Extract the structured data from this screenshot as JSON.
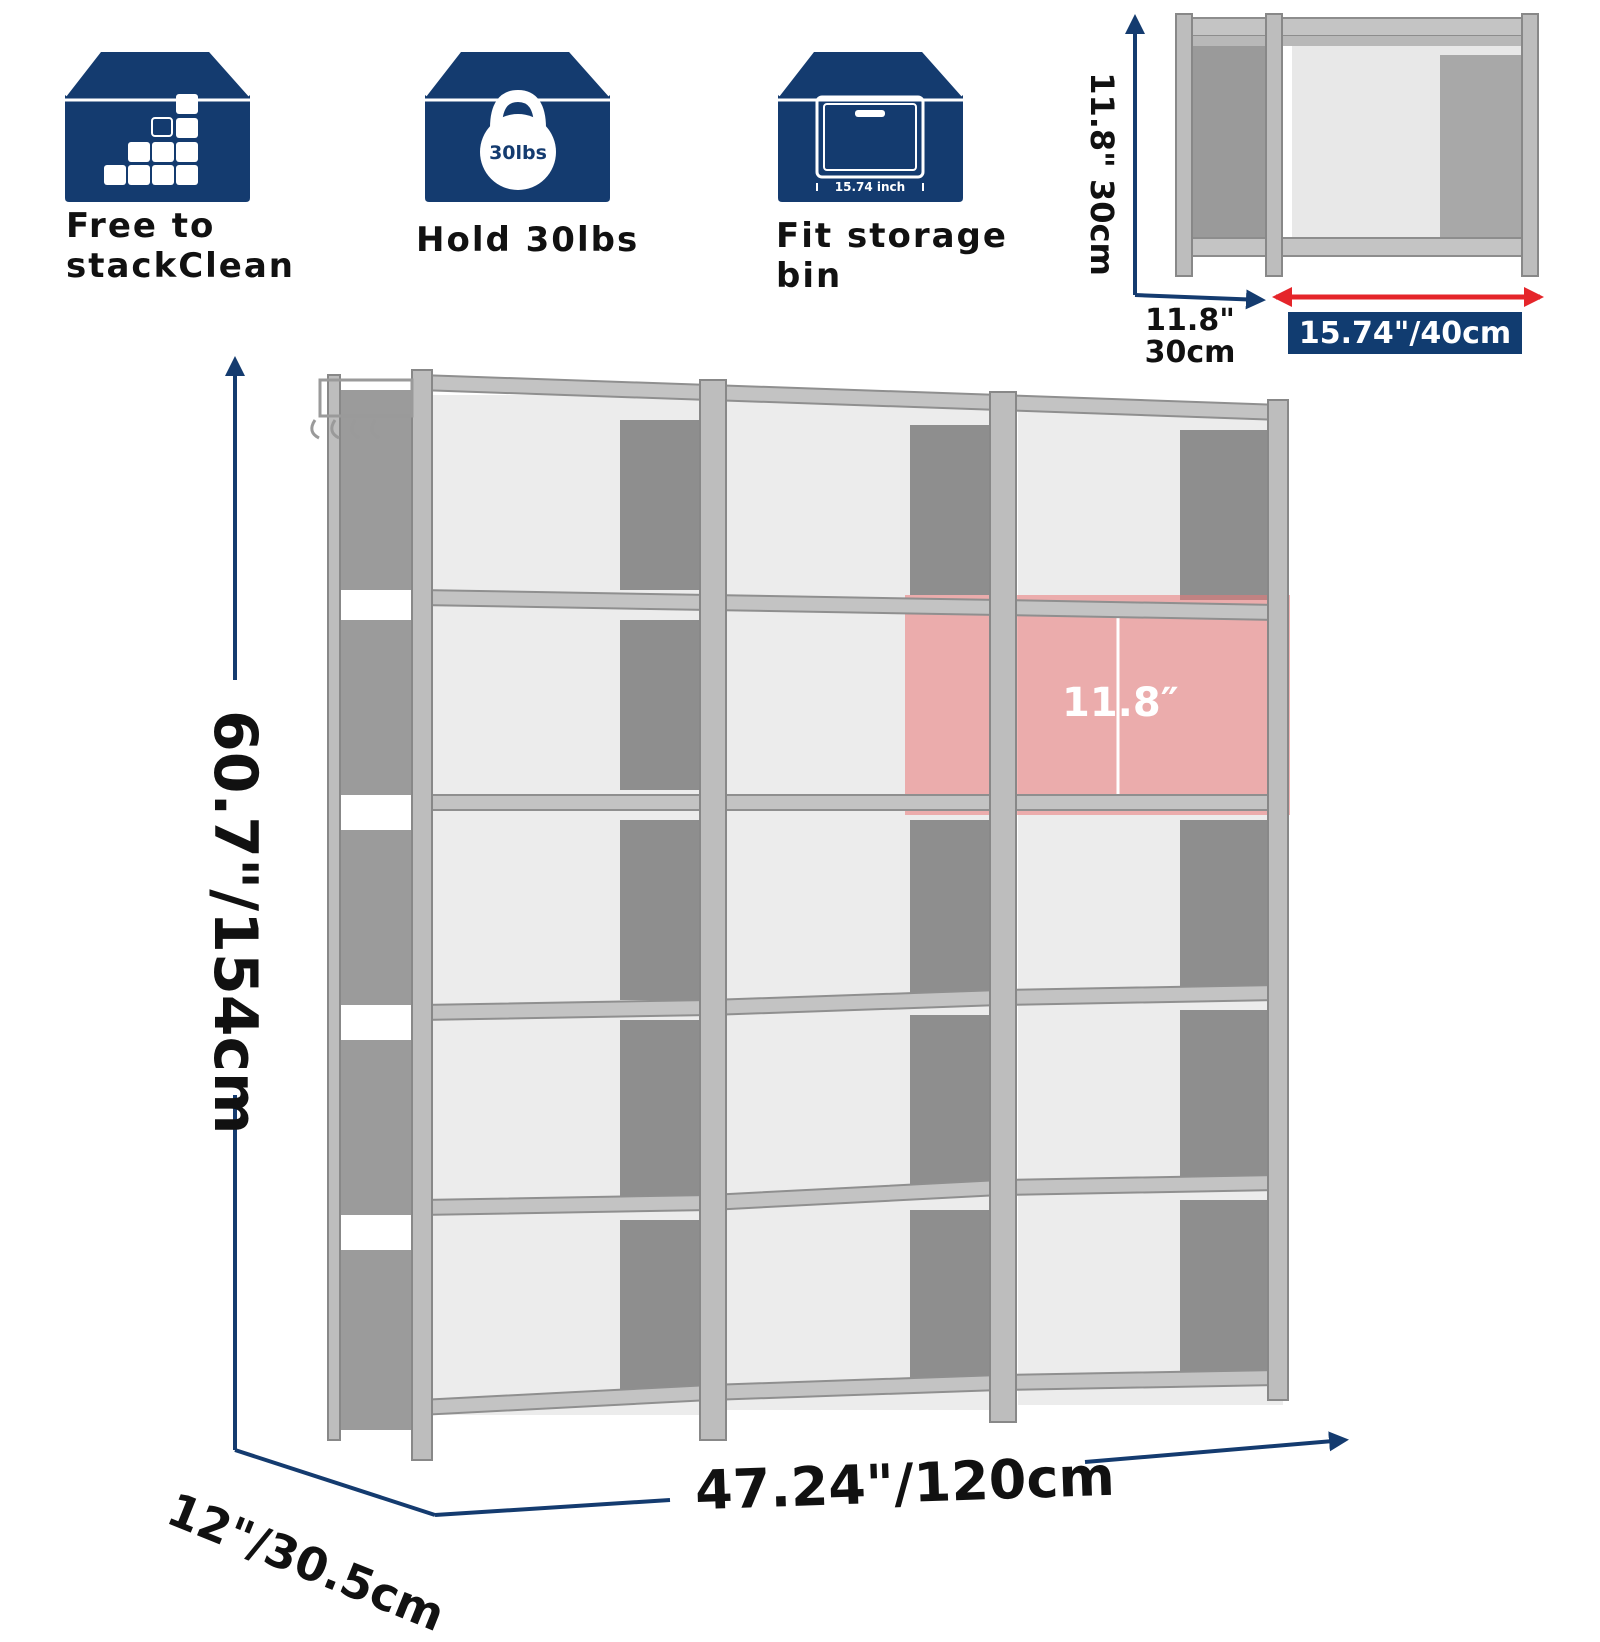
{
  "features": [
    {
      "id": "stack",
      "label": "Free to\nstackClean",
      "icon": "stack-blocks-icon"
    },
    {
      "id": "weight",
      "label": "Hold 30lbs",
      "icon": "kettlebell-icon",
      "icon_text": "30lbs"
    },
    {
      "id": "bin",
      "label": "Fit storage\nbin",
      "icon": "storage-bin-icon",
      "icon_text": "15.74 inch"
    }
  ],
  "inset": {
    "height_label": "11.8\" 30cm",
    "depth_label": "11.8\"\n30cm",
    "width_label": "15.74\"/40cm"
  },
  "main": {
    "height_label": "60.7\"/154cm",
    "depth_label": "12\"/30.5cm",
    "width_label": "47.24\"/120cm",
    "cube_label": "11.8″"
  },
  "colors": {
    "navy": "#143b6f",
    "frame": "#b4b4b4",
    "panel": "#8f8f8f",
    "highlight": "rgba(240,110,110,0.55)",
    "red_arrow": "#e5252a"
  }
}
